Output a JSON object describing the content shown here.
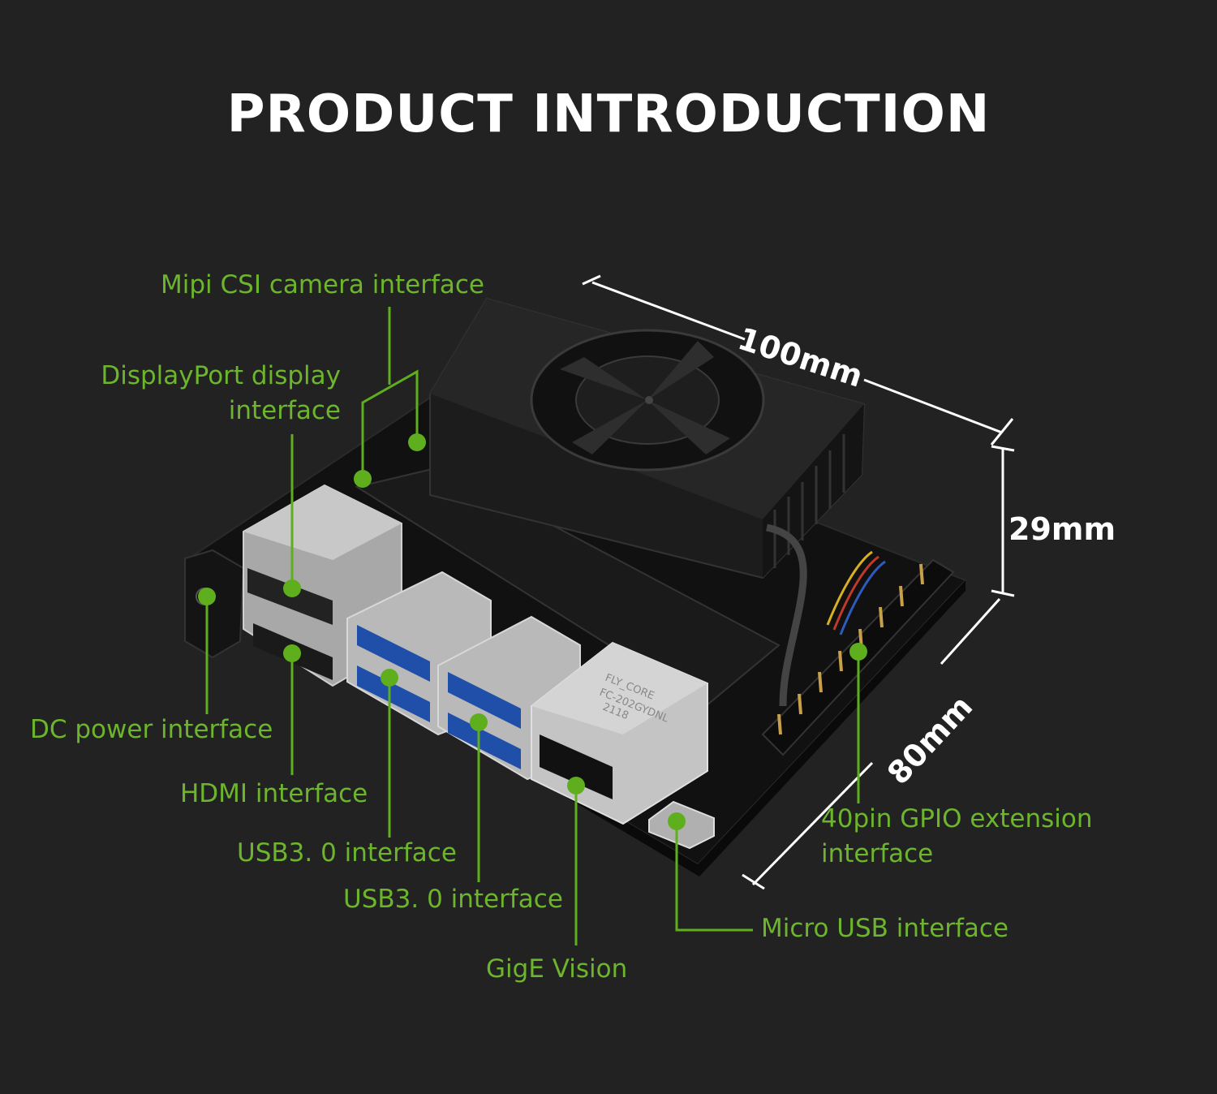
{
  "title": "PRODUCT INTRODUCTION",
  "colors": {
    "background": "#222222",
    "label": "#6cb52d",
    "title": "#ffffff"
  },
  "labels": {
    "mipi_csi": "Mipi CSI camera interface",
    "displayport_line1": "DisplayPort display",
    "displayport_line2": "interface",
    "dc_power": "DC power interface",
    "hdmi": "HDMI interface",
    "usb3_a": "USB3. 0 interface",
    "usb3_b": "USB3. 0 interface",
    "gige": "GigE Vision",
    "micro_usb": "Micro USB interface",
    "gpio_line1": "40pin GPIO extension",
    "gpio_line2": "interface"
  },
  "dimensions": {
    "length": "100mm",
    "height": "29mm",
    "width": "80mm"
  },
  "board_marking": [
    "FLY_CORE",
    "FC-202GYDNL",
    "2118"
  ]
}
